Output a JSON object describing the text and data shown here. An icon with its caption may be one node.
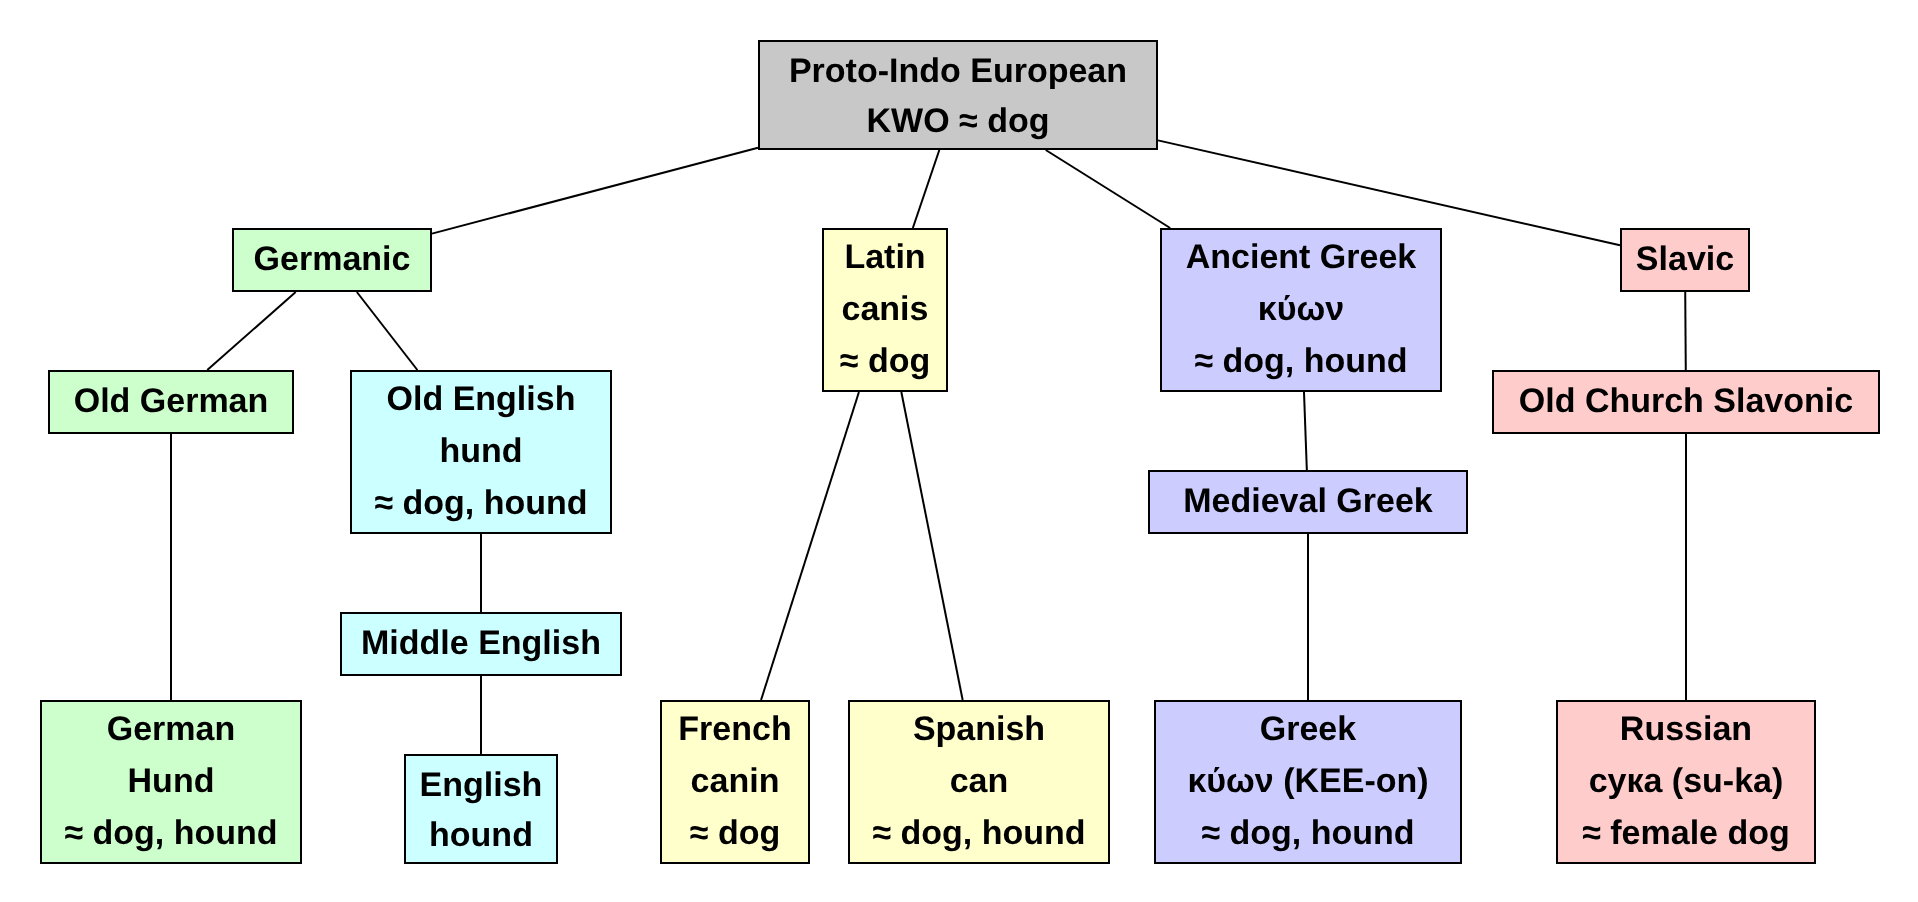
{
  "diagram": {
    "nodes": [
      {
        "text": [
          "Proto-Indo European",
          "KWO ≈ dog"
        ]
      },
      {
        "text": [
          "Germanic"
        ]
      },
      {
        "text": [
          "Latin",
          "canis",
          "≈ dog"
        ]
      },
      {
        "text": [
          "Ancient Greek",
          "κύων",
          "≈ dog, hound"
        ]
      },
      {
        "text": [
          "Slavic"
        ]
      },
      {
        "text": [
          "Old German"
        ]
      },
      {
        "text": [
          "Old English",
          "hund",
          "≈ dog, hound"
        ]
      },
      {
        "text": [
          "Middle English"
        ]
      },
      {
        "text": [
          "German",
          "Hund",
          "≈ dog, hound"
        ]
      },
      {
        "text": [
          "English",
          "hound"
        ]
      },
      {
        "text": [
          "French",
          "canin",
          "≈ dog"
        ]
      },
      {
        "text": [
          "Spanish",
          "can",
          "≈ dog, hound"
        ]
      },
      {
        "text": [
          "Medieval Greek"
        ]
      },
      {
        "text": [
          "Greek",
          "κύων (KEE-on)",
          "≈ dog, hound"
        ]
      },
      {
        "text": [
          "Old Church Slavonic"
        ]
      },
      {
        "text": [
          "Russian",
          "сука (su-ka)",
          "≈ female dog"
        ]
      }
    ],
    "edges": [
      {
        "from": 0,
        "to": 1,
        "arrow": "none"
      },
      {
        "from": 0,
        "to": 2,
        "arrow": "none"
      },
      {
        "from": 0,
        "to": 3,
        "arrow": "none"
      },
      {
        "from": 0,
        "to": 4,
        "arrow": "none"
      },
      {
        "from": 1,
        "to": 5,
        "arrow": "none"
      },
      {
        "from": 1,
        "to": 6,
        "arrow": "none"
      },
      {
        "from": 5,
        "to": 8,
        "arrow": "none"
      },
      {
        "from": 6,
        "to": 7,
        "arrow": "none"
      },
      {
        "from": 7,
        "to": 9,
        "arrow": "none"
      },
      {
        "from": 2,
        "to": 10,
        "arrow": "none"
      },
      {
        "from": 2,
        "to": 11,
        "arrow": "none"
      },
      {
        "from": 3,
        "to": 12,
        "arrow": "none"
      },
      {
        "from": 12,
        "to": 13,
        "arrow": "none"
      },
      {
        "from": 4,
        "to": 14,
        "arrow": "none"
      },
      {
        "from": 14,
        "to": 15,
        "arrow": "none"
      }
    ]
  }
}
